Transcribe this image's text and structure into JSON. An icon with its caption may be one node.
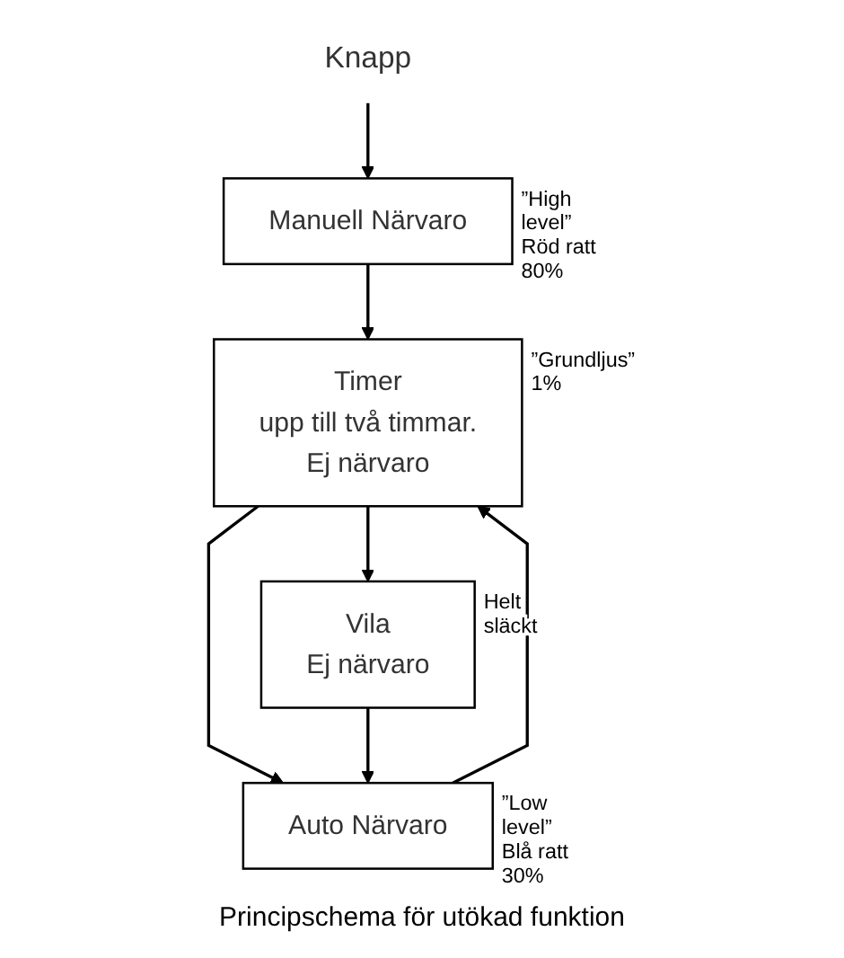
{
  "diagram": {
    "caption": "Principschema för utökad funktion",
    "nodes": [
      {
        "text": [
          "Knapp"
        ]
      },
      {
        "text": [
          "Manuell Närvaro"
        ],
        "beside": [
          "”High level” Röd ratt 80%"
        ]
      },
      {
        "text": [
          "Auto Närvaro"
        ],
        "beside": [
          "”Low level” Blå ratt 30%"
        ]
      },
      {
        "text": [
          "Timer",
          "upp till två timmar.",
          "Ej närvaro"
        ],
        "beside": [
          "”Grundljus” 1%"
        ]
      },
      {
        "text": [
          "Vila",
          "Ej närvaro"
        ],
        "beside": [
          "Helt släckt"
        ]
      }
    ],
    "edges": [
      {
        "from": 0,
        "to": 1,
        "arrow": "to"
      },
      {
        "from": 1,
        "to": 3,
        "arrow": "to"
      },
      {
        "from": 2,
        "to": 3,
        "arrow": "to"
      },
      {
        "from": 3,
        "to": 2,
        "arrow": "to"
      },
      {
        "from": 3,
        "to": 4,
        "arrow": "to"
      },
      {
        "from": 4,
        "to": 2,
        "arrow": "to"
      }
    ]
  }
}
